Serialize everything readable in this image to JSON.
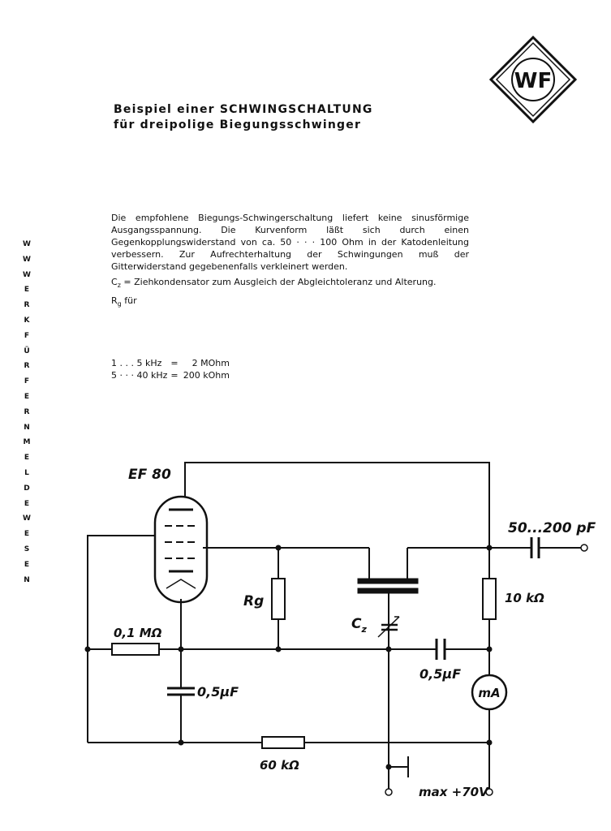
{
  "logo": {
    "text": "WF"
  },
  "title": {
    "line1": "Beispiel einer SCHWINGSCHALTUNG",
    "line2": "für dreipolige Biegungsschwinger"
  },
  "body": {
    "paragraph1": "Die empfohlene Biegungs-Schwingerschaltung liefert keine sinusförmige Ausgangsspannung. Die Kurvenform läßt sich durch einen Gegenkopplungswiderstand von ca. 50 · · · 100 Ohm in der Katodenleitung verbessern. Zur Aufrechterhaltung der Schwingungen muß der Gitterwiderstand gegebenenfalls verkleinert werden.",
    "cz_symbol": "C",
    "cz_sub": "z",
    "cz_text": " = Ziehkondensator zum Ausgleich der Abgleichtoleranz und Alterung.",
    "rg_symbol": "R",
    "rg_sub": "g",
    "rg_text": " für",
    "spec_rows": [
      {
        "range": "1 . . .  5 kHz",
        "sep": "=",
        "value": "2 MOhm"
      },
      {
        "range": "5 · · · 40 kHz",
        "sep": "=",
        "value": "200 kOhm"
      }
    ]
  },
  "side_text": [
    "W",
    "W",
    "W",
    "E",
    "R",
    "K",
    "F",
    "Ü",
    "R",
    "F",
    "E",
    "R",
    "N",
    "M",
    "E",
    "L",
    "D",
    "E",
    "W",
    "E",
    "S",
    "E",
    "N"
  ],
  "circuit": {
    "tube": "EF 80",
    "rg": "Rg",
    "cz": "C",
    "cz_sub": "z",
    "cap_out": "50...200 pF",
    "r10k": "10 kΩ",
    "r01m": "0,1 MΩ",
    "cap05_left": "0,5µF",
    "cap05_right": "0,5µF",
    "meter": "mA",
    "r60k": "60 kΩ",
    "supply": "max +70V"
  }
}
